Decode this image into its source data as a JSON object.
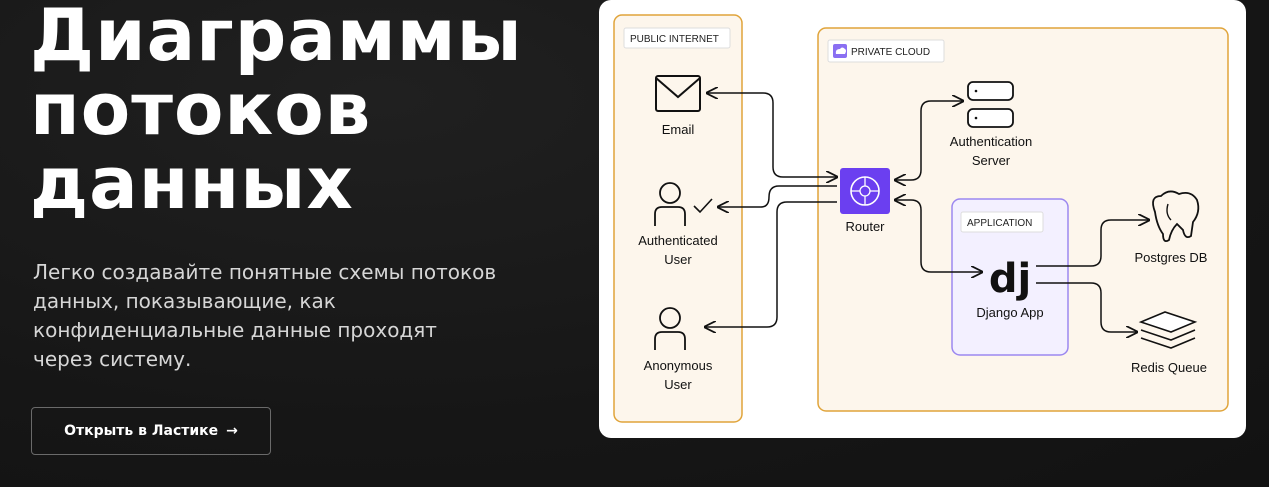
{
  "hero": {
    "title_lines": [
      "Диаграммы",
      "потоков",
      "данных"
    ],
    "description": "Легко создавайте понятные схемы потоков данных, показывающие, как конфиденциальные данные проходят через систему.",
    "cta_label": "Открыть в Ластике",
    "cta_arrow": "→"
  },
  "diagram": {
    "public_zone": "PUBLIC INTERNET",
    "private_zone": "PRIVATE CLOUD",
    "application_zone": "APPLICATION",
    "nodes": {
      "email": "Email",
      "auth_user_1": "Authenticated",
      "auth_user_2": "User",
      "anon_user_1": "Anonymous",
      "anon_user_2": "User",
      "router": "Router",
      "auth_server_1": "Authentication",
      "auth_server_2": "Server",
      "django": "Django App",
      "postgres": "Postgres DB",
      "redis": "Redis Queue"
    },
    "colors": {
      "zone_border": "#e0a43a",
      "zone_fill": "#fdf6ec",
      "app_border": "#9b87f0",
      "app_fill": "#f3f0ff",
      "router": "#6b3ff0"
    }
  }
}
